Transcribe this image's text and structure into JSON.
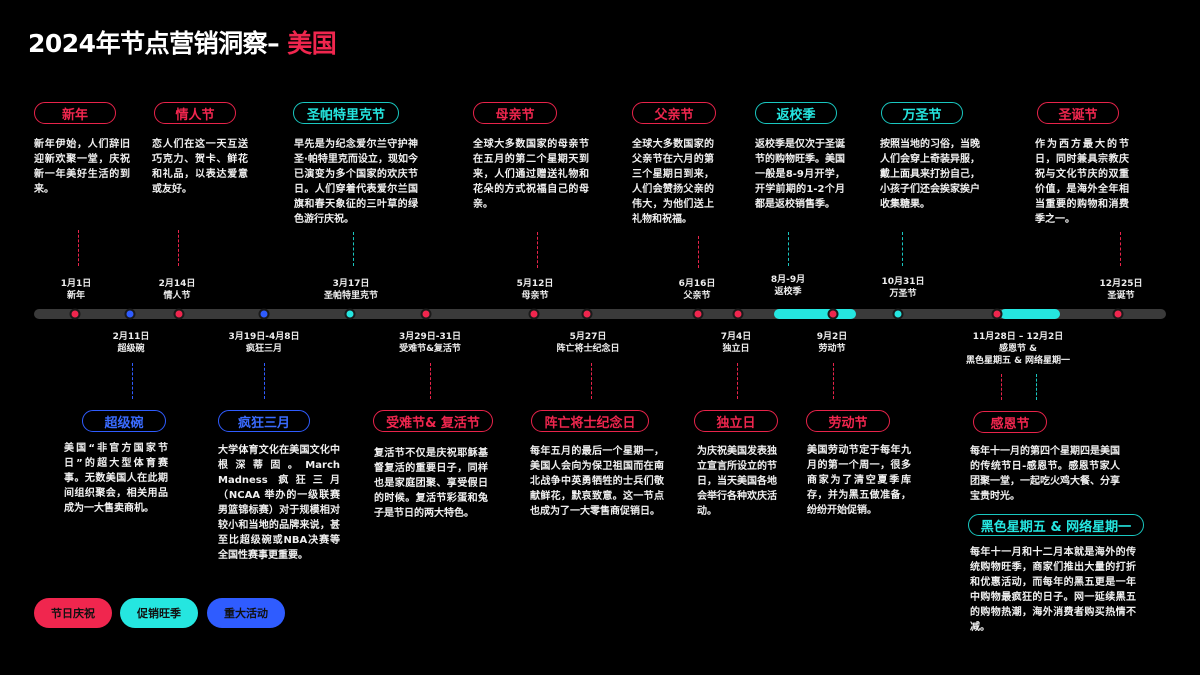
{
  "header": {
    "title_main": "2024年节点营销洞察– ",
    "title_accent": "美国"
  },
  "colors": {
    "festival": "#f0264e",
    "promo": "#25e6e0",
    "major": "#2f5cff",
    "track": "#3a3a3a"
  },
  "top_events": [
    {
      "name": "新年",
      "date": "1月1日",
      "short": "新年",
      "type": "festival",
      "desc": "新年伊始，人们辞旧迎新欢聚一堂，庆祝新一年美好生活的到来。"
    },
    {
      "name": "情人节",
      "date": "2月14日",
      "short": "情人节",
      "type": "festival",
      "desc": "恋人们在这一天互送巧克力、贺卡、鲜花和礼品，以表达爱意或友好。"
    },
    {
      "name": "圣帕特里克节",
      "date": "3月17日",
      "short": "圣帕特里克节",
      "type": "promo",
      "desc": "早先是为纪念爱尔兰守护神圣·帕特里克而设立，现如今已演变为多个国家的欢庆节日。人们穿着代表爱尔兰国旗和春天象征的三叶草的绿色游行庆祝。"
    },
    {
      "name": "母亲节",
      "date": "5月12日",
      "short": "母亲节",
      "type": "festival",
      "desc": "全球大多数国家的母亲节在五月的第二个星期天到来，人们通过赠送礼物和花朵的方式祝福自己的母亲。"
    },
    {
      "name": "父亲节",
      "date": "6月16日",
      "short": "父亲节",
      "type": "festival",
      "desc": "全球大多数国家的父亲节在六月的第三个星期日到来，人们会赞扬父亲的伟大，为他们送上礼物和祝福。"
    },
    {
      "name": "返校季",
      "date": "8月-9月",
      "short": "返校季",
      "type": "promo",
      "desc": "返校季是仅次于圣诞节的购物旺季。美国一般是8-9月开学，开学前期的1-2个月都是返校销售季。"
    },
    {
      "name": "万圣节",
      "date": "10月31日",
      "short": "万圣节",
      "type": "promo",
      "desc": "按照当地的习俗，当晚人们会穿上奇装异服，戴上面具来打扮自己，小孩子们还会挨家挨户收集糖果。"
    },
    {
      "name": "圣诞节",
      "date": "12月25日",
      "short": "圣诞节",
      "type": "festival",
      "desc": "作为西方最大的节日，同时兼具宗教庆祝与文化节庆的双重价值，是海外全年相当重要的购物和消费季之一。"
    }
  ],
  "bottom_events": [
    {
      "name": "超级碗",
      "date": "2月11日",
      "short": "超级碗",
      "type": "major",
      "desc": "美国“非官方国家节日”的超大型体育赛事。无数美国人在此期间组织聚会，相关用品成为一大售卖商机。"
    },
    {
      "name": "疯狂三月",
      "date": "3月19日-4月8日",
      "short": "疯狂三月",
      "type": "major",
      "desc": "大学体育文化在美国文化中根深蒂固。March Madness 疯狂三月（NCAA 举办的一级联赛男篮锦标赛）对于规模相对较小和当地的品牌来说，甚至比超级碗或NBA决赛等全国性赛事更重要。"
    },
    {
      "name": "受难节& 复活节",
      "date": "3月29日-31日",
      "short": "受难节&复活节",
      "type": "festival",
      "desc": "复活节不仅是庆祝耶稣基督复活的重要日子，同样也是家庭团聚、享受假日的时候。复活节彩蛋和兔子是节日的两大特色。"
    },
    {
      "name": "阵亡将士纪念日",
      "date": "5月27日",
      "short": "阵亡将士纪念日",
      "type": "festival",
      "desc": "每年五月的最后一个星期一，美国人会向为保卫祖国而在南北战争中英勇牺牲的士兵们敬献鲜花，默哀致意。这一节点也成为了一大零售商促销日。"
    },
    {
      "name": "独立日",
      "date": "7月4日",
      "short": "独立日",
      "type": "festival",
      "desc": "为庆祝美国发表独立宣言所设立的节日，当天美国各地会举行各种欢庆活动。"
    },
    {
      "name": "劳动节",
      "date": "9月2日",
      "short": "劳动节",
      "type": "festival",
      "desc": "美国劳动节定于每年九月的第一个周一，很多商家为了清空夏季库存，并为黑五做准备，纷纷开始促销。"
    },
    {
      "name": "感恩节",
      "date": "11月28日 – 12月2日",
      "short": "感恩节 &",
      "short2": "黑色星期五 & 网络星期一",
      "type": "festival",
      "desc": "每年十一月的第四个星期四是美国的传统节日-感恩节。感恩节家人团聚一堂，一起吃火鸡大餐、分享宝贵时光。"
    },
    {
      "name": "黑色星期五 & 网络星期一",
      "type": "promo",
      "desc": "每年十一月和十二月本就是海外的传统购物旺季，商家们推出大量的打折和优惠活动，而每年的黑五更是一年中购物最疯狂的日子。网一延续黑五的购物热潮，海外消费者购买热情不减。"
    }
  ],
  "legend": [
    {
      "label": "节日庆祝",
      "type": "festival"
    },
    {
      "label": "促销旺季",
      "type": "promo"
    },
    {
      "label": "重大活动",
      "type": "major"
    }
  ]
}
